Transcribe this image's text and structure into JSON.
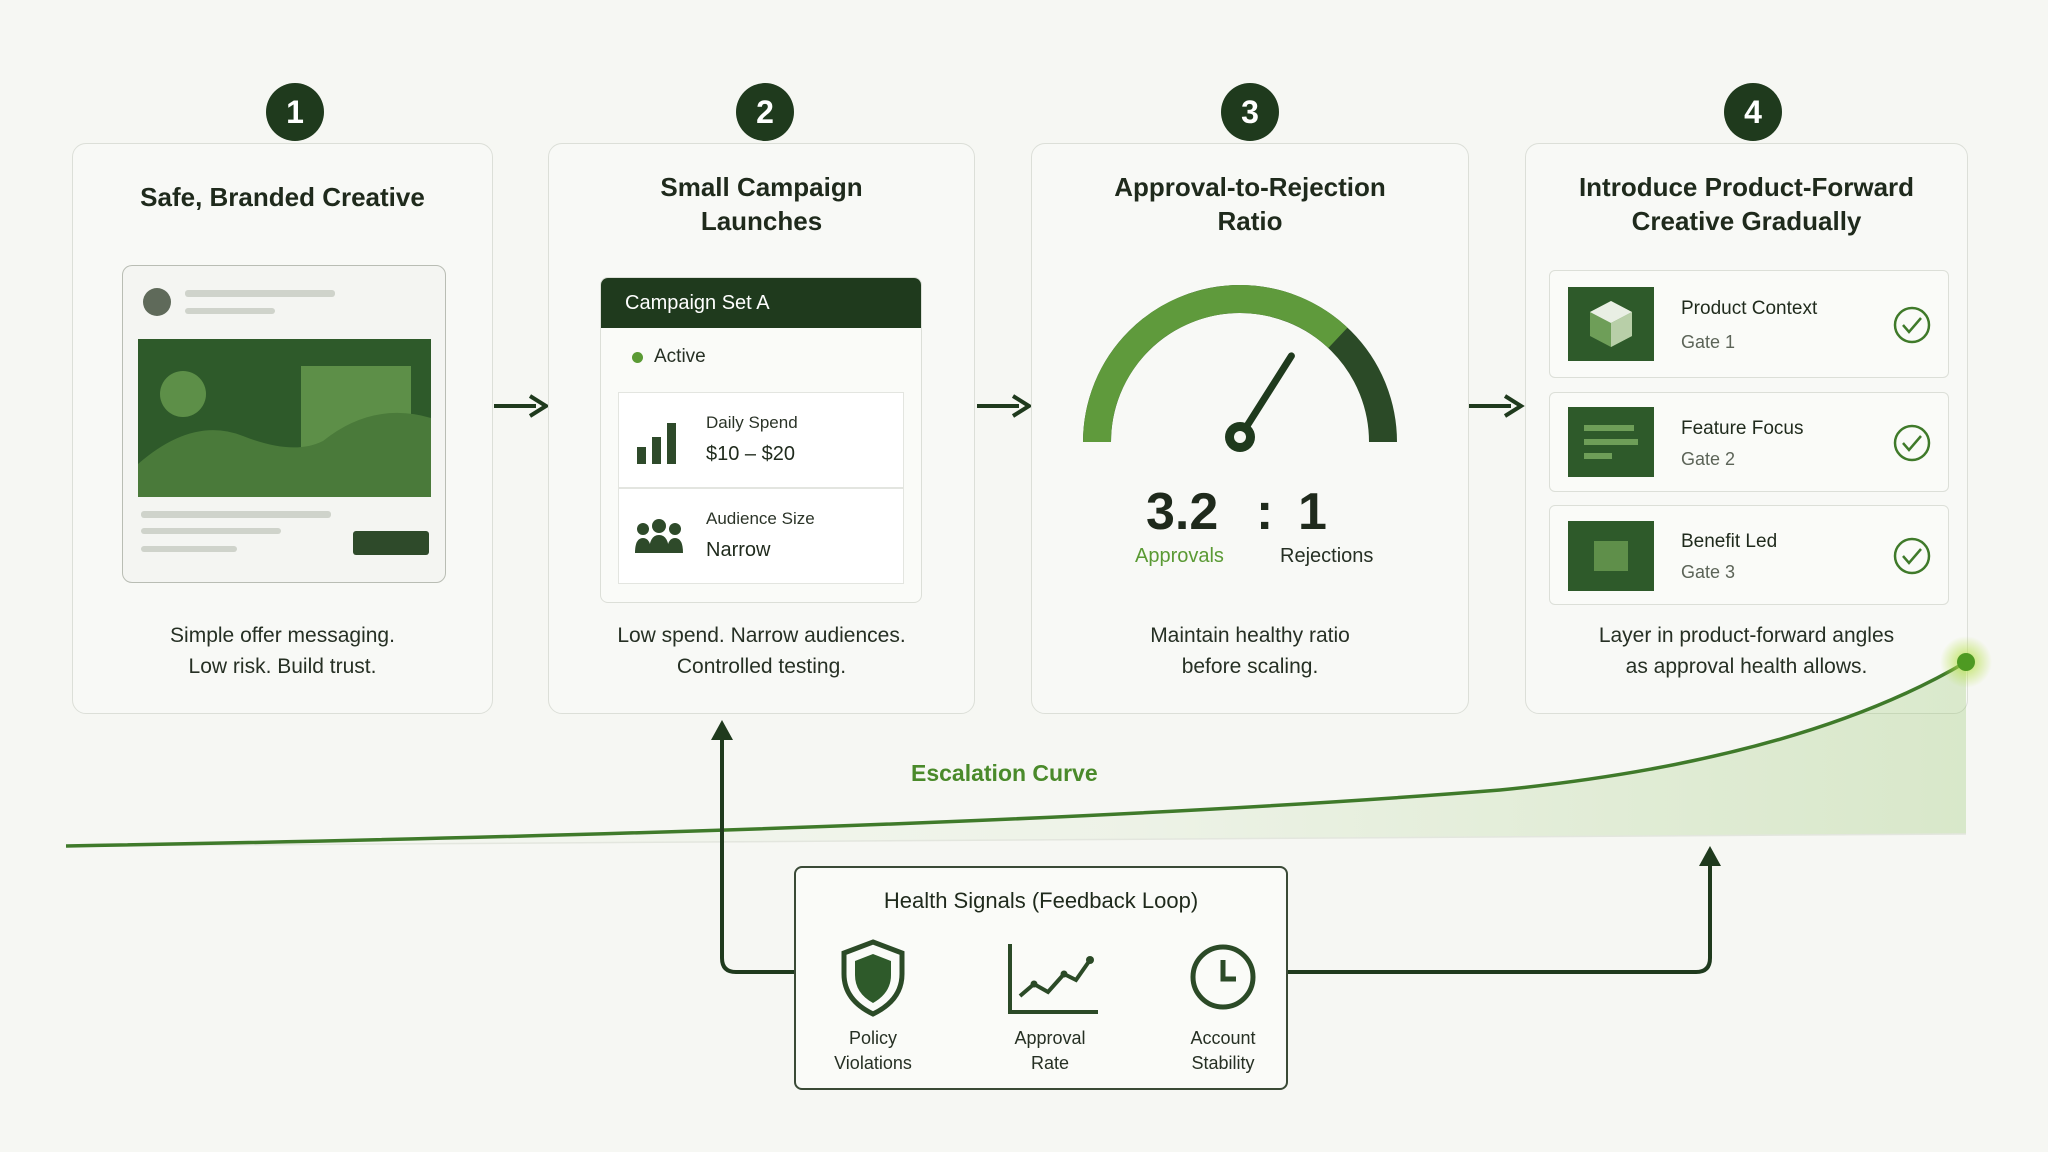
{
  "steps": [
    {
      "number": "1",
      "title": "Safe, Branded Creative",
      "caption_line1": "Simple offer messaging.",
      "caption_line2": "Low risk. Build trust."
    },
    {
      "number": "2",
      "title_line1": "Small Campaign",
      "title_line2": "Launches",
      "caption_line1": "Low spend. Narrow audiences.",
      "caption_line2": "Controlled testing."
    },
    {
      "number": "3",
      "title_line1": "Approval-to-Rejection",
      "title_line2": "Ratio",
      "caption_line1": "Maintain healthy ratio",
      "caption_line2": "before scaling."
    },
    {
      "number": "4",
      "title_line1": "Introduce Product-Forward",
      "title_line2": "Creative Gradually",
      "caption_line1": "Layer in product-forward angles",
      "caption_line2": "as approval health allows."
    }
  ],
  "campaign": {
    "header": "Campaign Set A",
    "status": "Active",
    "daily_spend_label": "Daily Spend",
    "daily_spend_value": "$10 – $20",
    "audience_label": "Audience Size",
    "audience_value": "Narrow"
  },
  "ratio": {
    "approvals_value": "3.2",
    "separator": ":",
    "rejections_value": "1",
    "approvals_label": "Approvals",
    "rejections_label": "Rejections",
    "gauge_fraction": 0.74
  },
  "gates": [
    {
      "title": "Product Context",
      "sub": "Gate 1"
    },
    {
      "title": "Feature Focus",
      "sub": "Gate 2"
    },
    {
      "title": "Benefit Led",
      "sub": "Gate 3"
    }
  ],
  "curve_label": "Escalation Curve",
  "health": {
    "title": "Health Signals (Feedback Loop)",
    "signals": [
      {
        "line1": "Policy",
        "line2": "Violations",
        "icon": "shield-icon"
      },
      {
        "line1": "Approval",
        "line2": "Rate",
        "icon": "trend-chart-icon"
      },
      {
        "line1": "Account",
        "line2": "Stability",
        "icon": "clock-icon"
      }
    ]
  },
  "colors": {
    "dark_green": "#1f3a1d",
    "mid_green": "#2e5a2a",
    "accent_green": "#5a9a34",
    "light_green": "#7bb04a"
  }
}
